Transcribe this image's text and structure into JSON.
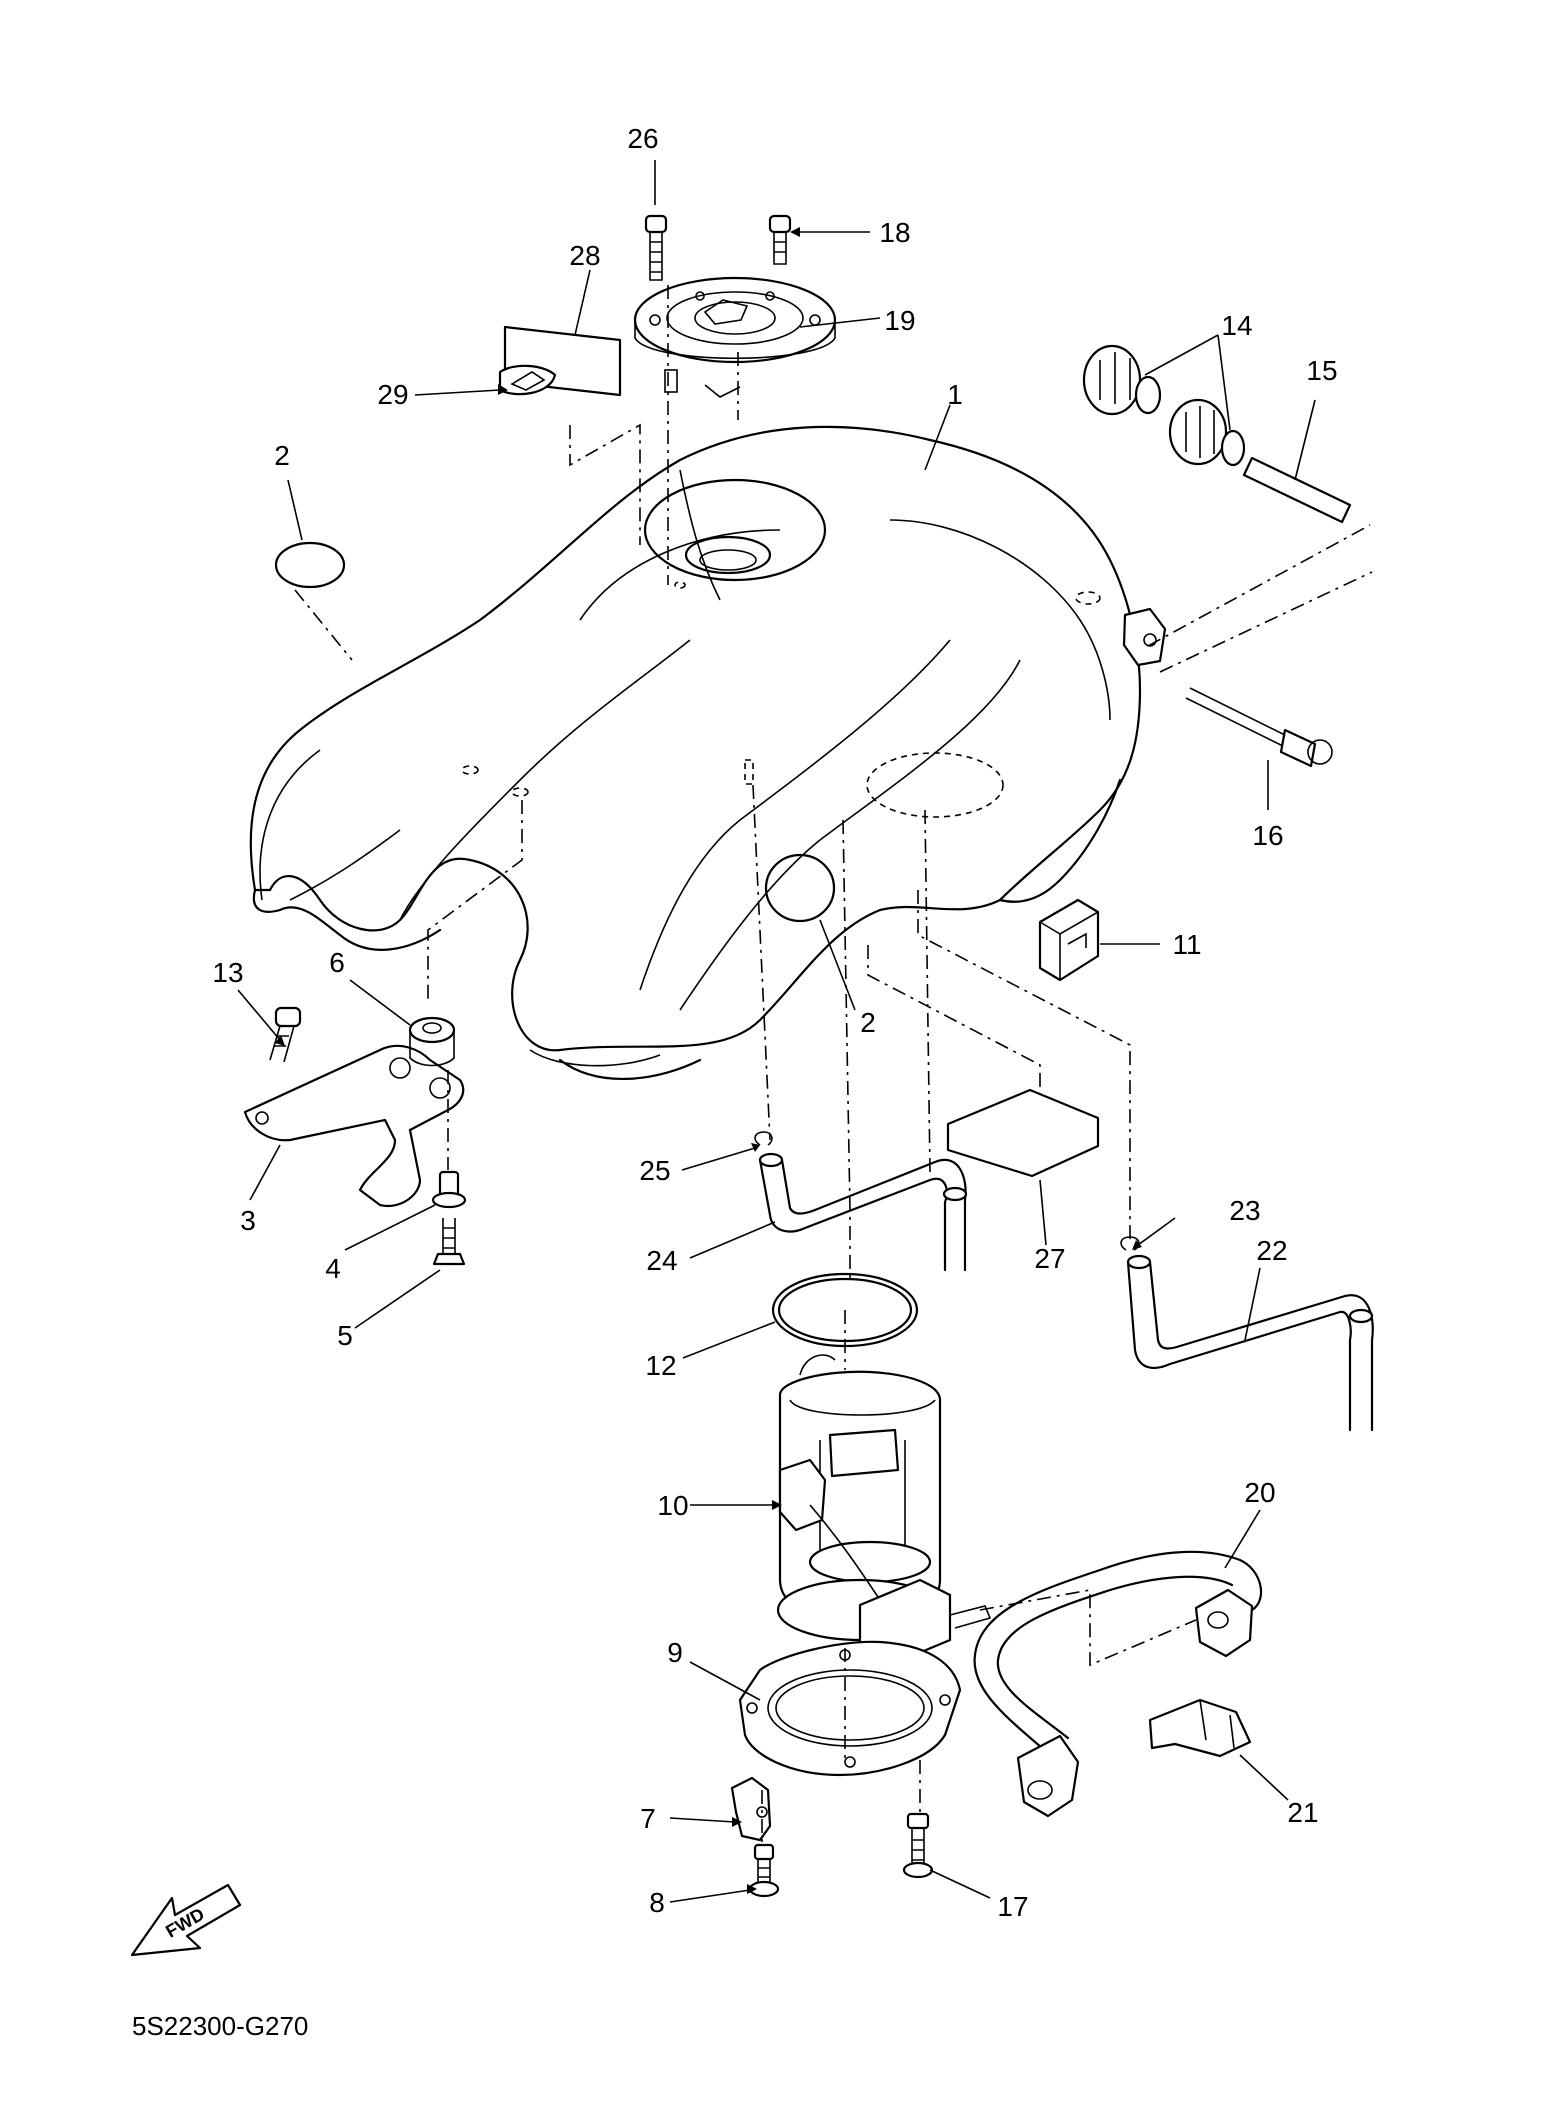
{
  "diagram": {
    "drawing_code": "5S22300-G270",
    "fwd_badge": "FWD",
    "callouts": [
      {
        "id": "1",
        "text": "1"
      },
      {
        "id": "2a",
        "text": "2"
      },
      {
        "id": "2b",
        "text": "2"
      },
      {
        "id": "3",
        "text": "3"
      },
      {
        "id": "4",
        "text": "4"
      },
      {
        "id": "5",
        "text": "5"
      },
      {
        "id": "6",
        "text": "6"
      },
      {
        "id": "7",
        "text": "7"
      },
      {
        "id": "8",
        "text": "8"
      },
      {
        "id": "9",
        "text": "9"
      },
      {
        "id": "10",
        "text": "10"
      },
      {
        "id": "11",
        "text": "11"
      },
      {
        "id": "12",
        "text": "12"
      },
      {
        "id": "13",
        "text": "13"
      },
      {
        "id": "14",
        "text": "14"
      },
      {
        "id": "15",
        "text": "15"
      },
      {
        "id": "16",
        "text": "16"
      },
      {
        "id": "17",
        "text": "17"
      },
      {
        "id": "18",
        "text": "18"
      },
      {
        "id": "19",
        "text": "19"
      },
      {
        "id": "20",
        "text": "20"
      },
      {
        "id": "21",
        "text": "21"
      },
      {
        "id": "22",
        "text": "22"
      },
      {
        "id": "23",
        "text": "23"
      },
      {
        "id": "24",
        "text": "24"
      },
      {
        "id": "25",
        "text": "25"
      },
      {
        "id": "26",
        "text": "26"
      },
      {
        "id": "27",
        "text": "27"
      },
      {
        "id": "28",
        "text": "28"
      },
      {
        "id": "29",
        "text": "29"
      }
    ]
  }
}
